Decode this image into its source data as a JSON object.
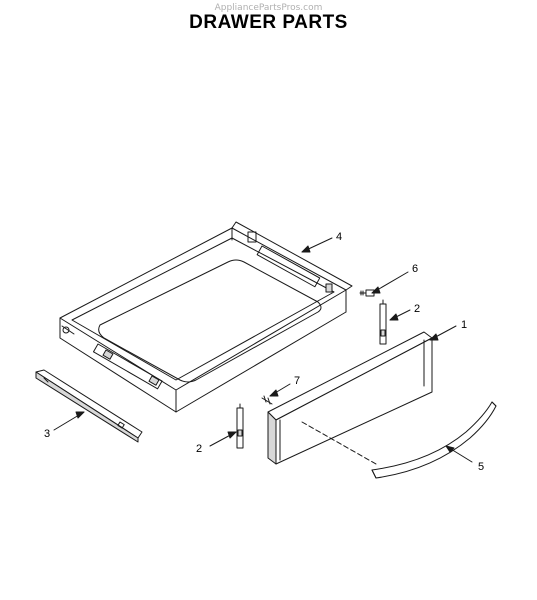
{
  "watermark": "AppliancePartsPros.com",
  "title": "DRAWER PARTS",
  "callouts": {
    "drawer_front": "1",
    "slide_right": "2",
    "slide_left": "2",
    "rail": "3",
    "drawer_body": "4",
    "trim": "5",
    "screw_upper": "6",
    "screw_lower": "7"
  },
  "colors": {
    "line": "#1a1a1a",
    "fill": "#ffffff",
    "shade": "#d8d8d8"
  }
}
